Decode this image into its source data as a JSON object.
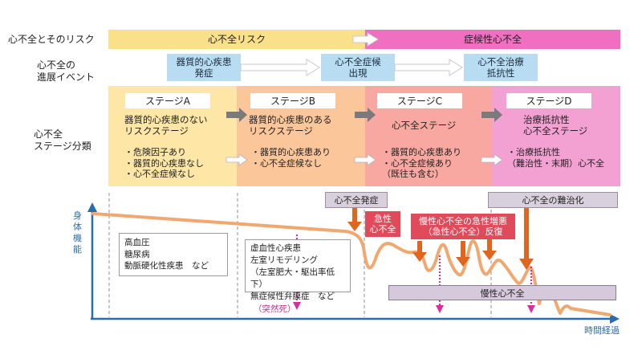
{
  "row_labels": {
    "risk": "心不全とそのリスク",
    "event": [
      "心不全の",
      "進展イベント"
    ],
    "stage": [
      "心不全",
      "ステージ分類"
    ]
  },
  "risk_bar": {
    "left": "心不全リスク",
    "right": "症候性心不全"
  },
  "events": [
    [
      "器質的心疾患",
      "発症"
    ],
    [
      "心不全症候",
      "出現"
    ],
    [
      "心不全治療",
      "抵抗性"
    ]
  ],
  "stages": [
    {
      "title": "ステージA",
      "desc": [
        "器質的心疾患のない",
        "リスクステージ"
      ],
      "items": [
        "・危険因子あり",
        "・器質的心疾患なし",
        "・心不全症候なし"
      ]
    },
    {
      "title": "ステージB",
      "desc": [
        "器質的心疾患のある",
        "リスクステージ"
      ],
      "items": [
        "・器質的心疾患あり",
        "・心不全症候なし"
      ]
    },
    {
      "title": "ステージC",
      "desc": [
        "心不全ステージ"
      ],
      "items": [
        "・器質的心疾患あり",
        "・心不全症候あり",
        "（既往も含む）"
      ]
    },
    {
      "title": "ステージD",
      "desc": [
        "治療抵抗性",
        "心不全ステージ"
      ],
      "items": [
        "・治療抵抗性",
        "（難治性・末期）心不全"
      ]
    }
  ],
  "graph": {
    "y_label": [
      "身",
      "体",
      "機",
      "能"
    ],
    "x_label": "時間経過",
    "onset": "心不全発症",
    "refractory": "心不全の難治化",
    "acute": [
      "急性",
      "心不全"
    ],
    "exacerbation": [
      "慢性心不全の急性増悪",
      "（急性心不全）反復"
    ],
    "chronic": "慢性心不全",
    "box_a": [
      "高血圧",
      "糖尿病",
      "動脈硬化性疾患　など"
    ],
    "box_b": [
      "虚血性心疾患",
      "左室リモデリング",
      "（左室肥大・駆出率低下）",
      "無症候性弁膜症　など"
    ],
    "sudden_death": "（突然死）"
  },
  "colors": {
    "risk_yellow": "#fbe08a",
    "symptom_magenta": "#f06fc0",
    "stage_a": "#fde6a6",
    "stage_b": "#fbc69a",
    "stage_c": "#f8a8a0",
    "stage_d": "#f3a0d2",
    "event_blue": "#b8dcf2",
    "axis_blue": "#2b6cb0",
    "curve_orange": "#f0a870",
    "arrow_orange": "#e0651f",
    "red": "#e04a5a"
  }
}
